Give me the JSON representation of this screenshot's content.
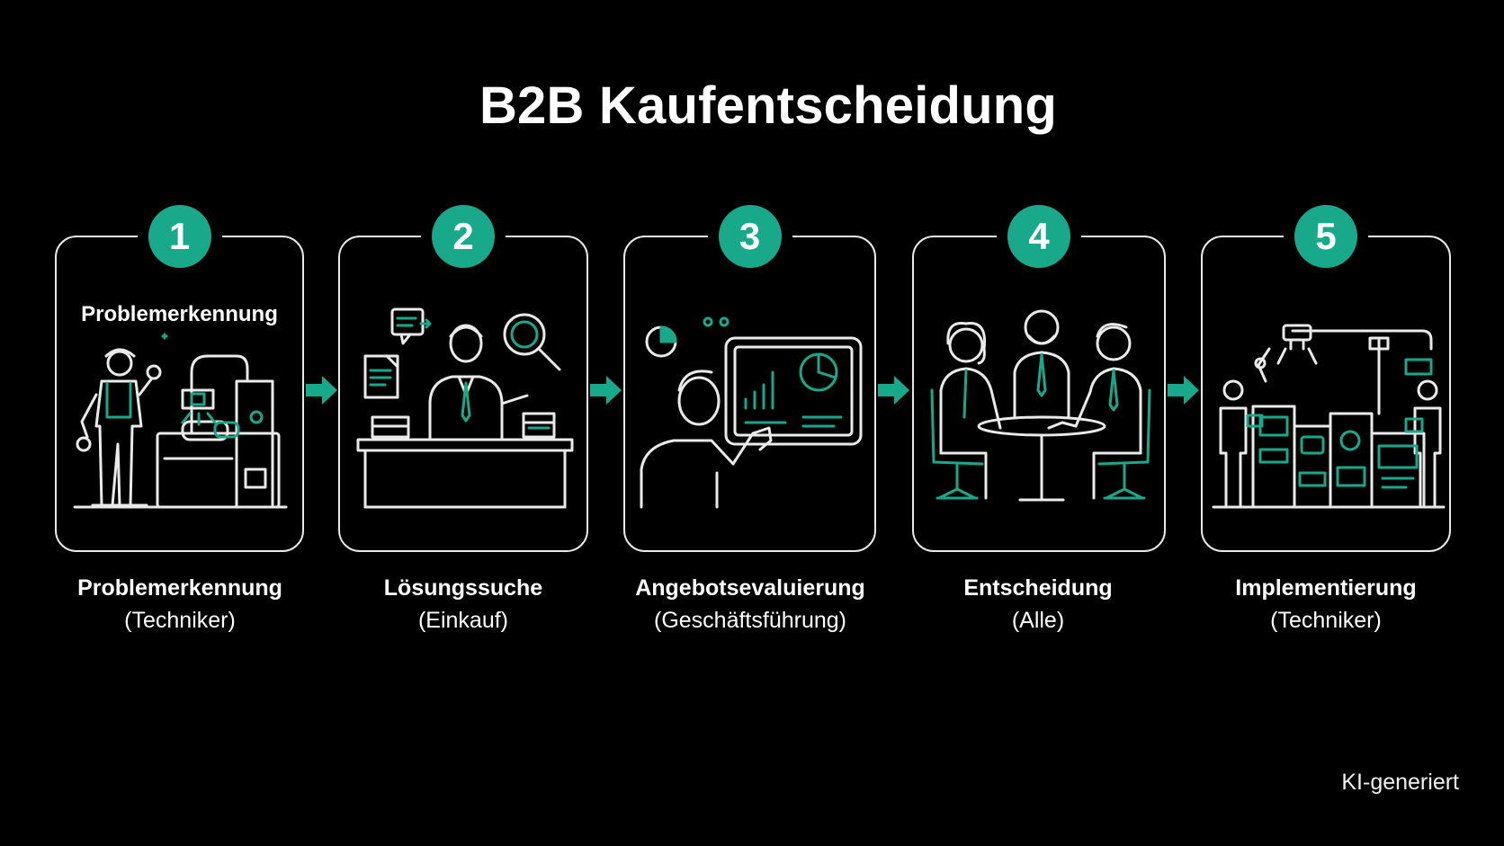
{
  "title": "B2B Kaufentscheidung",
  "accent_color": "#17a98a",
  "steps": [
    {
      "number": "1",
      "card_heading": "Problemerkennung",
      "name": "Problemerkennung",
      "role": "(Techniker)",
      "icon": "technician-machine-icon"
    },
    {
      "number": "2",
      "name": "Lösungssuche",
      "role": "(Einkauf)",
      "icon": "buyer-desk-search-icon"
    },
    {
      "number": "3",
      "name": "Angebotsevaluierung",
      "role": "(Geschäftsführung)",
      "icon": "executive-dashboard-icon"
    },
    {
      "number": "4",
      "name": "Entscheidung",
      "role": "(Alle)",
      "icon": "meeting-handshake-icon"
    },
    {
      "number": "5",
      "name": "Implementierung",
      "role": "(Techniker)",
      "icon": "factory-robot-icon"
    }
  ],
  "footer": "KI-generiert"
}
